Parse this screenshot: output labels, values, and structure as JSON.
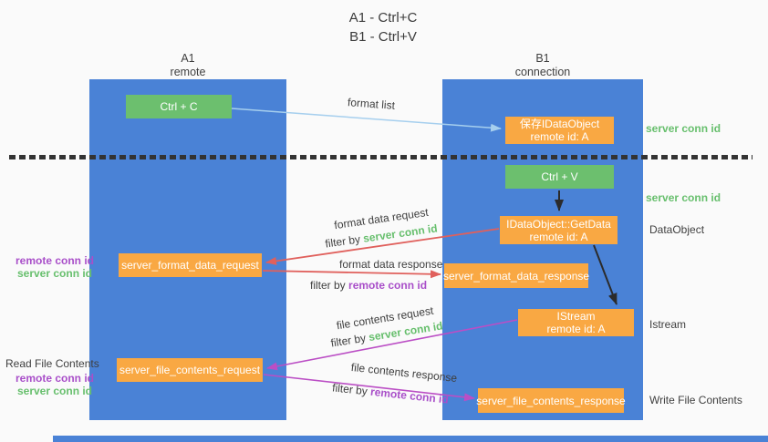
{
  "colors": {
    "background": "#fafafa",
    "lane_blue": "#4a82d6",
    "orange_box": "#f9a843",
    "green_box": "#6cbf6e",
    "green_text": "#67bf6d",
    "purple_text": "#a94fc9",
    "red_arrow": "#e0605c",
    "magenta_arrow": "#bb4ec5",
    "lightblue_arrow": "#a6cfee",
    "black_arrow": "#2b2b2b",
    "dark_text": "#3f3f3f",
    "dotted_line": "#333333"
  },
  "title": {
    "line1": "A1 - Ctrl+C",
    "line2": "B1 - Ctrl+V"
  },
  "lanes": {
    "left": {
      "name": "A1",
      "subtitle": "remote"
    },
    "right": {
      "name": "B1",
      "subtitle": "connection"
    }
  },
  "nodes": {
    "ctrl_c": {
      "label": "Ctrl + C"
    },
    "save_idataobject": {
      "line1": "保存IDataObject",
      "line2": "remote id: A"
    },
    "ctrl_v": {
      "label": "Ctrl + V"
    },
    "getdata": {
      "line1": "IDataObject::GetData",
      "line2": "remote id: A"
    },
    "format_request": {
      "label": "server_format_data_request"
    },
    "format_response": {
      "label": "server_format_data_response"
    },
    "istream": {
      "line1": "IStream",
      "line2": "remote id: A"
    },
    "file_request": {
      "label": "server_file_contents_request"
    },
    "file_response": {
      "label": "server_file_contents_response"
    }
  },
  "labels": {
    "format_list": "format list",
    "server_conn_id_top": "server conn id",
    "server_conn_id_mid": "server conn id",
    "dataobject": "DataObject",
    "istream_side": "Istream",
    "write_file_contents": "Write File Contents",
    "read_file_contents": "Read File Contents",
    "format_data_request": "format data request",
    "format_data_response": "format data response",
    "file_contents_request": "file contents request",
    "file_contents_response": "file contents response",
    "filter_by": "filter by",
    "server_conn_id": "server conn id",
    "remote_conn_id": "remote conn id",
    "left_top_remote": "remote conn id",
    "left_top_server": "server conn id",
    "left_bottom_remote": "remote conn id",
    "left_bottom_server": "server conn id"
  }
}
